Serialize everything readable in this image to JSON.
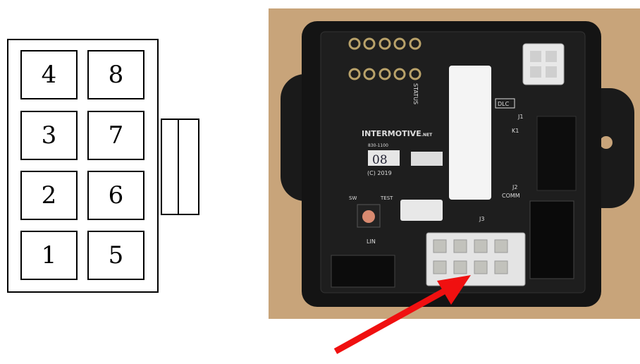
{
  "diagram": {
    "pins": {
      "p1": "1",
      "p2": "2",
      "p3": "3",
      "p4": "4",
      "p5": "5",
      "p6": "6",
      "p7": "7",
      "p8": "8"
    }
  },
  "photo": {
    "brand": "INTERMOTIVE",
    "brand_suffix": ".NET",
    "part_number": "830-1100",
    "handwritten": "08",
    "copyright": "(C) 2019",
    "labels": {
      "status": "STATUS",
      "dlc": "DLC",
      "j1": "J1",
      "k1": "K1",
      "j2": "J2",
      "comm": "COMM",
      "j3": "J3",
      "test": "TEST",
      "sw": "SW",
      "lin": "LIN"
    },
    "background_color": "#c8a47a",
    "board_color": "#141414"
  },
  "arrow": {
    "color": "#f01010"
  }
}
